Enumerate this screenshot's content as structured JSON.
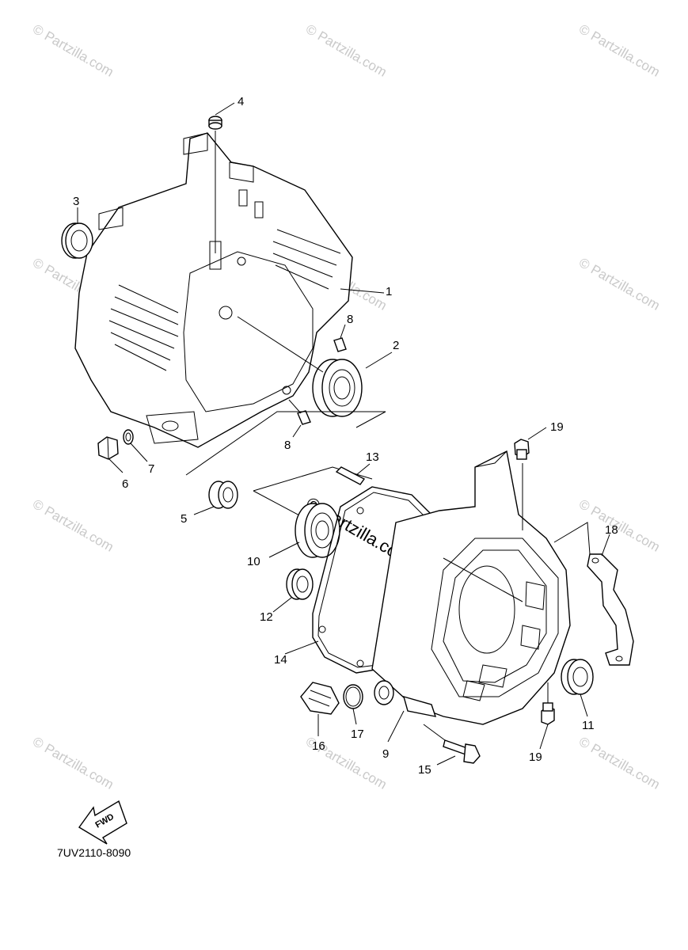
{
  "watermark": {
    "text": "© Partzilla.com",
    "center_text": "© Partzilla.com"
  },
  "diagram_code": "7UV2110-8090",
  "fwd_label": "FWD",
  "callouts": {
    "c1": "1",
    "c2": "2",
    "c3": "3",
    "c4": "4",
    "c5": "5",
    "c6": "6",
    "c7": "7",
    "c8a": "8",
    "c8b": "8",
    "c9": "9",
    "c10": "10",
    "c11": "11",
    "c12": "12",
    "c13": "13",
    "c14": "14",
    "c15": "15",
    "c16": "16",
    "c17": "17",
    "c18": "18",
    "c19a": "19",
    "c19b": "19"
  }
}
